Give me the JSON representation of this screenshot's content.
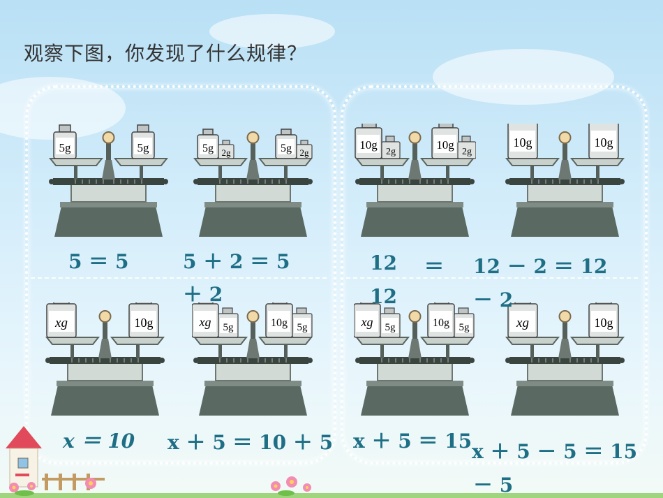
{
  "title": "观察下图，你发现了什么规律？",
  "colors": {
    "equation": "#1e6f86",
    "scale_base": "#5a6a62",
    "weight": "#d8dcdc"
  },
  "scales": [
    {
      "left": [
        "5g"
      ],
      "right": [
        "5g"
      ]
    },
    {
      "left": [
        "5g",
        "2g"
      ],
      "right": [
        "5g",
        "2g"
      ]
    },
    {
      "left": [
        "10g",
        "2g"
      ],
      "right": [
        "10g",
        "2g"
      ]
    },
    {
      "left": [
        "10g"
      ],
      "right": [
        "10g"
      ]
    },
    {
      "left": [
        "xg"
      ],
      "right": [
        "10g"
      ]
    },
    {
      "left": [
        "xg",
        "5g"
      ],
      "right": [
        "10g",
        "5g"
      ]
    },
    {
      "left": [
        "xg",
        "5g"
      ],
      "right": [
        "10g",
        "5g"
      ]
    },
    {
      "left": [
        "xg"
      ],
      "right": [
        "10g"
      ]
    }
  ],
  "equations": {
    "eq1": "5 ＝ 5",
    "eq2a": "5 ＋ 2 ＝ 5",
    "eq2b": "＋ 2",
    "eq3a": "12",
    "eq3eq": "＝",
    "eq3b": "12",
    "eq4a": "12 － 2 ＝ 12",
    "eq4b": "－ 2",
    "eq5": "x ＝ 10",
    "eq6": "x ＋ 5 ＝ 10 ＋ 5",
    "eq7": "x ＋ 5 ＝ 15",
    "eq8a": "x ＋ 5 － 5 ＝ 15",
    "eq8b": "－ 5"
  }
}
